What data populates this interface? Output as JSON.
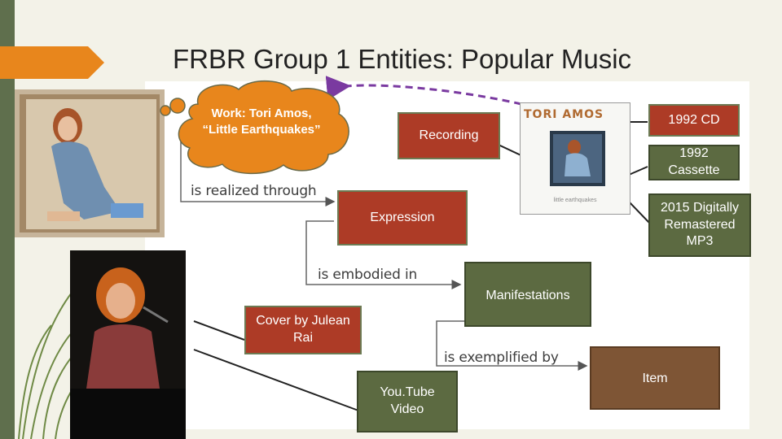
{
  "slide": {
    "title": "FRBR Group 1 Entities:  Popular Music"
  },
  "callout": {
    "work_label": "Work:  Tori Amos, “Little Earthquakes”"
  },
  "entities": {
    "recording": "Recording",
    "expression": "Expression",
    "manifestations": "Manifestations",
    "item": "Item"
  },
  "relationships": {
    "realized": "is realized through",
    "embodied": "is embodied in",
    "exemplified": "is exemplified by"
  },
  "manifestation_examples": {
    "cd": "1992 CD",
    "cassette": "1992 Cassette",
    "mp3": "2015 Digitally Remastered MP3"
  },
  "expression_examples": {
    "cover": "Cover by Julean Rai",
    "youtube": "You.Tube Video"
  },
  "album_cover": {
    "artist_text": "TORI AMOS",
    "subtitle": "little earthquakes"
  },
  "colors": {
    "red_box": "#ad3b26",
    "olive_box": "#5c6a41",
    "brown_box": "#7e5535",
    "callout": "#e8861c",
    "dashed_arrow": "#7a3aa0"
  }
}
